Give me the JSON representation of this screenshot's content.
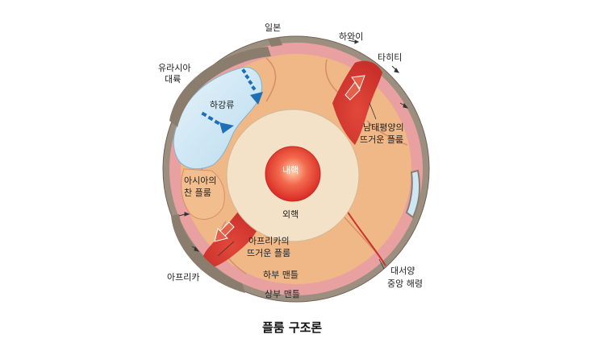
{
  "caption": "플룸 구조론",
  "labels": {
    "japan": "일본",
    "hawaii": "하와이",
    "tahiti": "타히티",
    "eurasia_line1": "유라시아",
    "eurasia_line2": "대륙",
    "downwelling": "하강류",
    "south_pacific_line1": "남태평양의",
    "south_pacific_line2": "뜨거운 플룸",
    "inner_core": "내핵",
    "outer_core": "외핵",
    "asia_cold_line1": "아시아의",
    "asia_cold_line2": "찬 플룸",
    "africa_hot_line1": "아프리카의",
    "africa_hot_line2": "뜨거운 플룸",
    "africa": "아프리카",
    "lower_mantle": "하부 맨틀",
    "upper_mantle": "상부 맨틀",
    "mid_atlantic_line1": "대서양",
    "mid_atlantic_line2": "중앙 해령"
  },
  "colors": {
    "upper_mantle": "#E9A0A0",
    "lower_mantle": "#F0B886",
    "outer_core": "#F3E2C8",
    "inner_core": "#E8332A",
    "hot_plume": "#D8382E",
    "cold_plume": "#CDE7F4",
    "crust": "#8F8274",
    "arrow_blue": "#1F6FB6",
    "arrow_red": "#E4604A"
  }
}
